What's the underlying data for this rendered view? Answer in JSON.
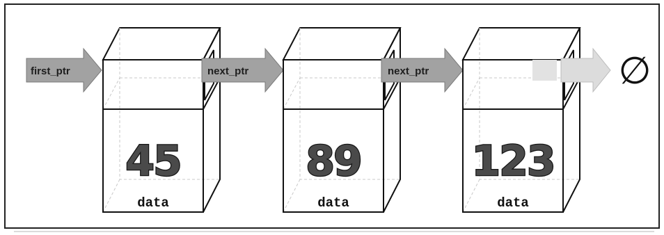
{
  "head_pointer": {
    "label": "first_ptr"
  },
  "nodes": [
    {
      "value": "45",
      "field_label": "data"
    },
    {
      "value": "89",
      "field_label": "data"
    },
    {
      "value": "123",
      "field_label": "data"
    }
  ],
  "links": [
    {
      "label": "next_ptr"
    },
    {
      "label": "next_ptr"
    },
    {
      "label": ""
    }
  ],
  "terminator": {
    "symbol": "∅"
  }
}
